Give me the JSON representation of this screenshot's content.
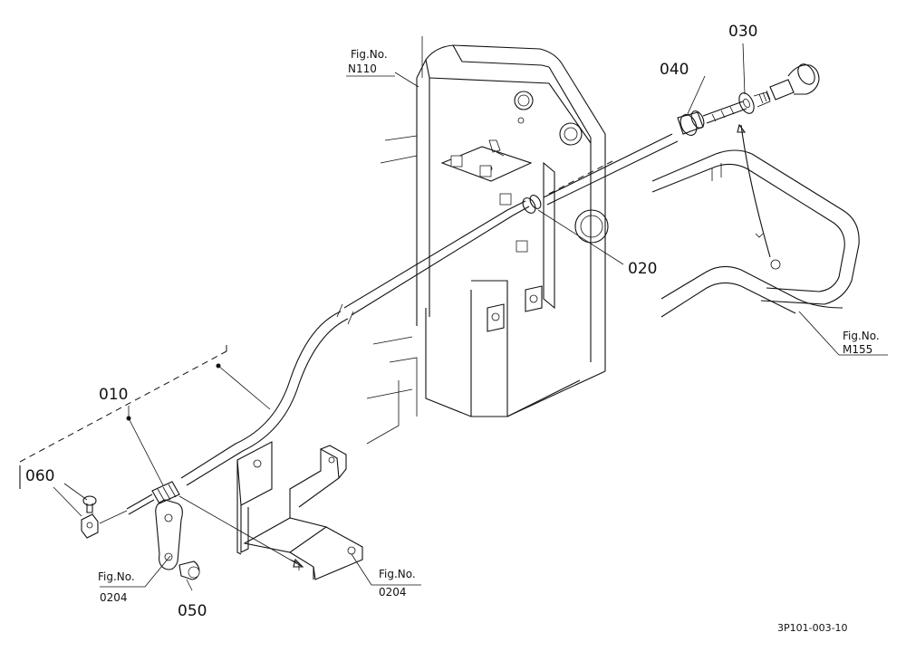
{
  "parts": {
    "p010": "010",
    "p020": "020",
    "p030": "030",
    "p040": "040",
    "p050": "050",
    "p060": "060"
  },
  "fig_refs": {
    "n110": {
      "label": "Fig.No.",
      "number": "N110"
    },
    "m155": {
      "label": "Fig.No.",
      "number": "M155"
    },
    "r0204_left": {
      "label": "Fig.No.",
      "number": "0204"
    },
    "r0204_right": {
      "label": "Fig.No.",
      "number": "0204"
    }
  },
  "drawing_number": "3P101-003-10"
}
